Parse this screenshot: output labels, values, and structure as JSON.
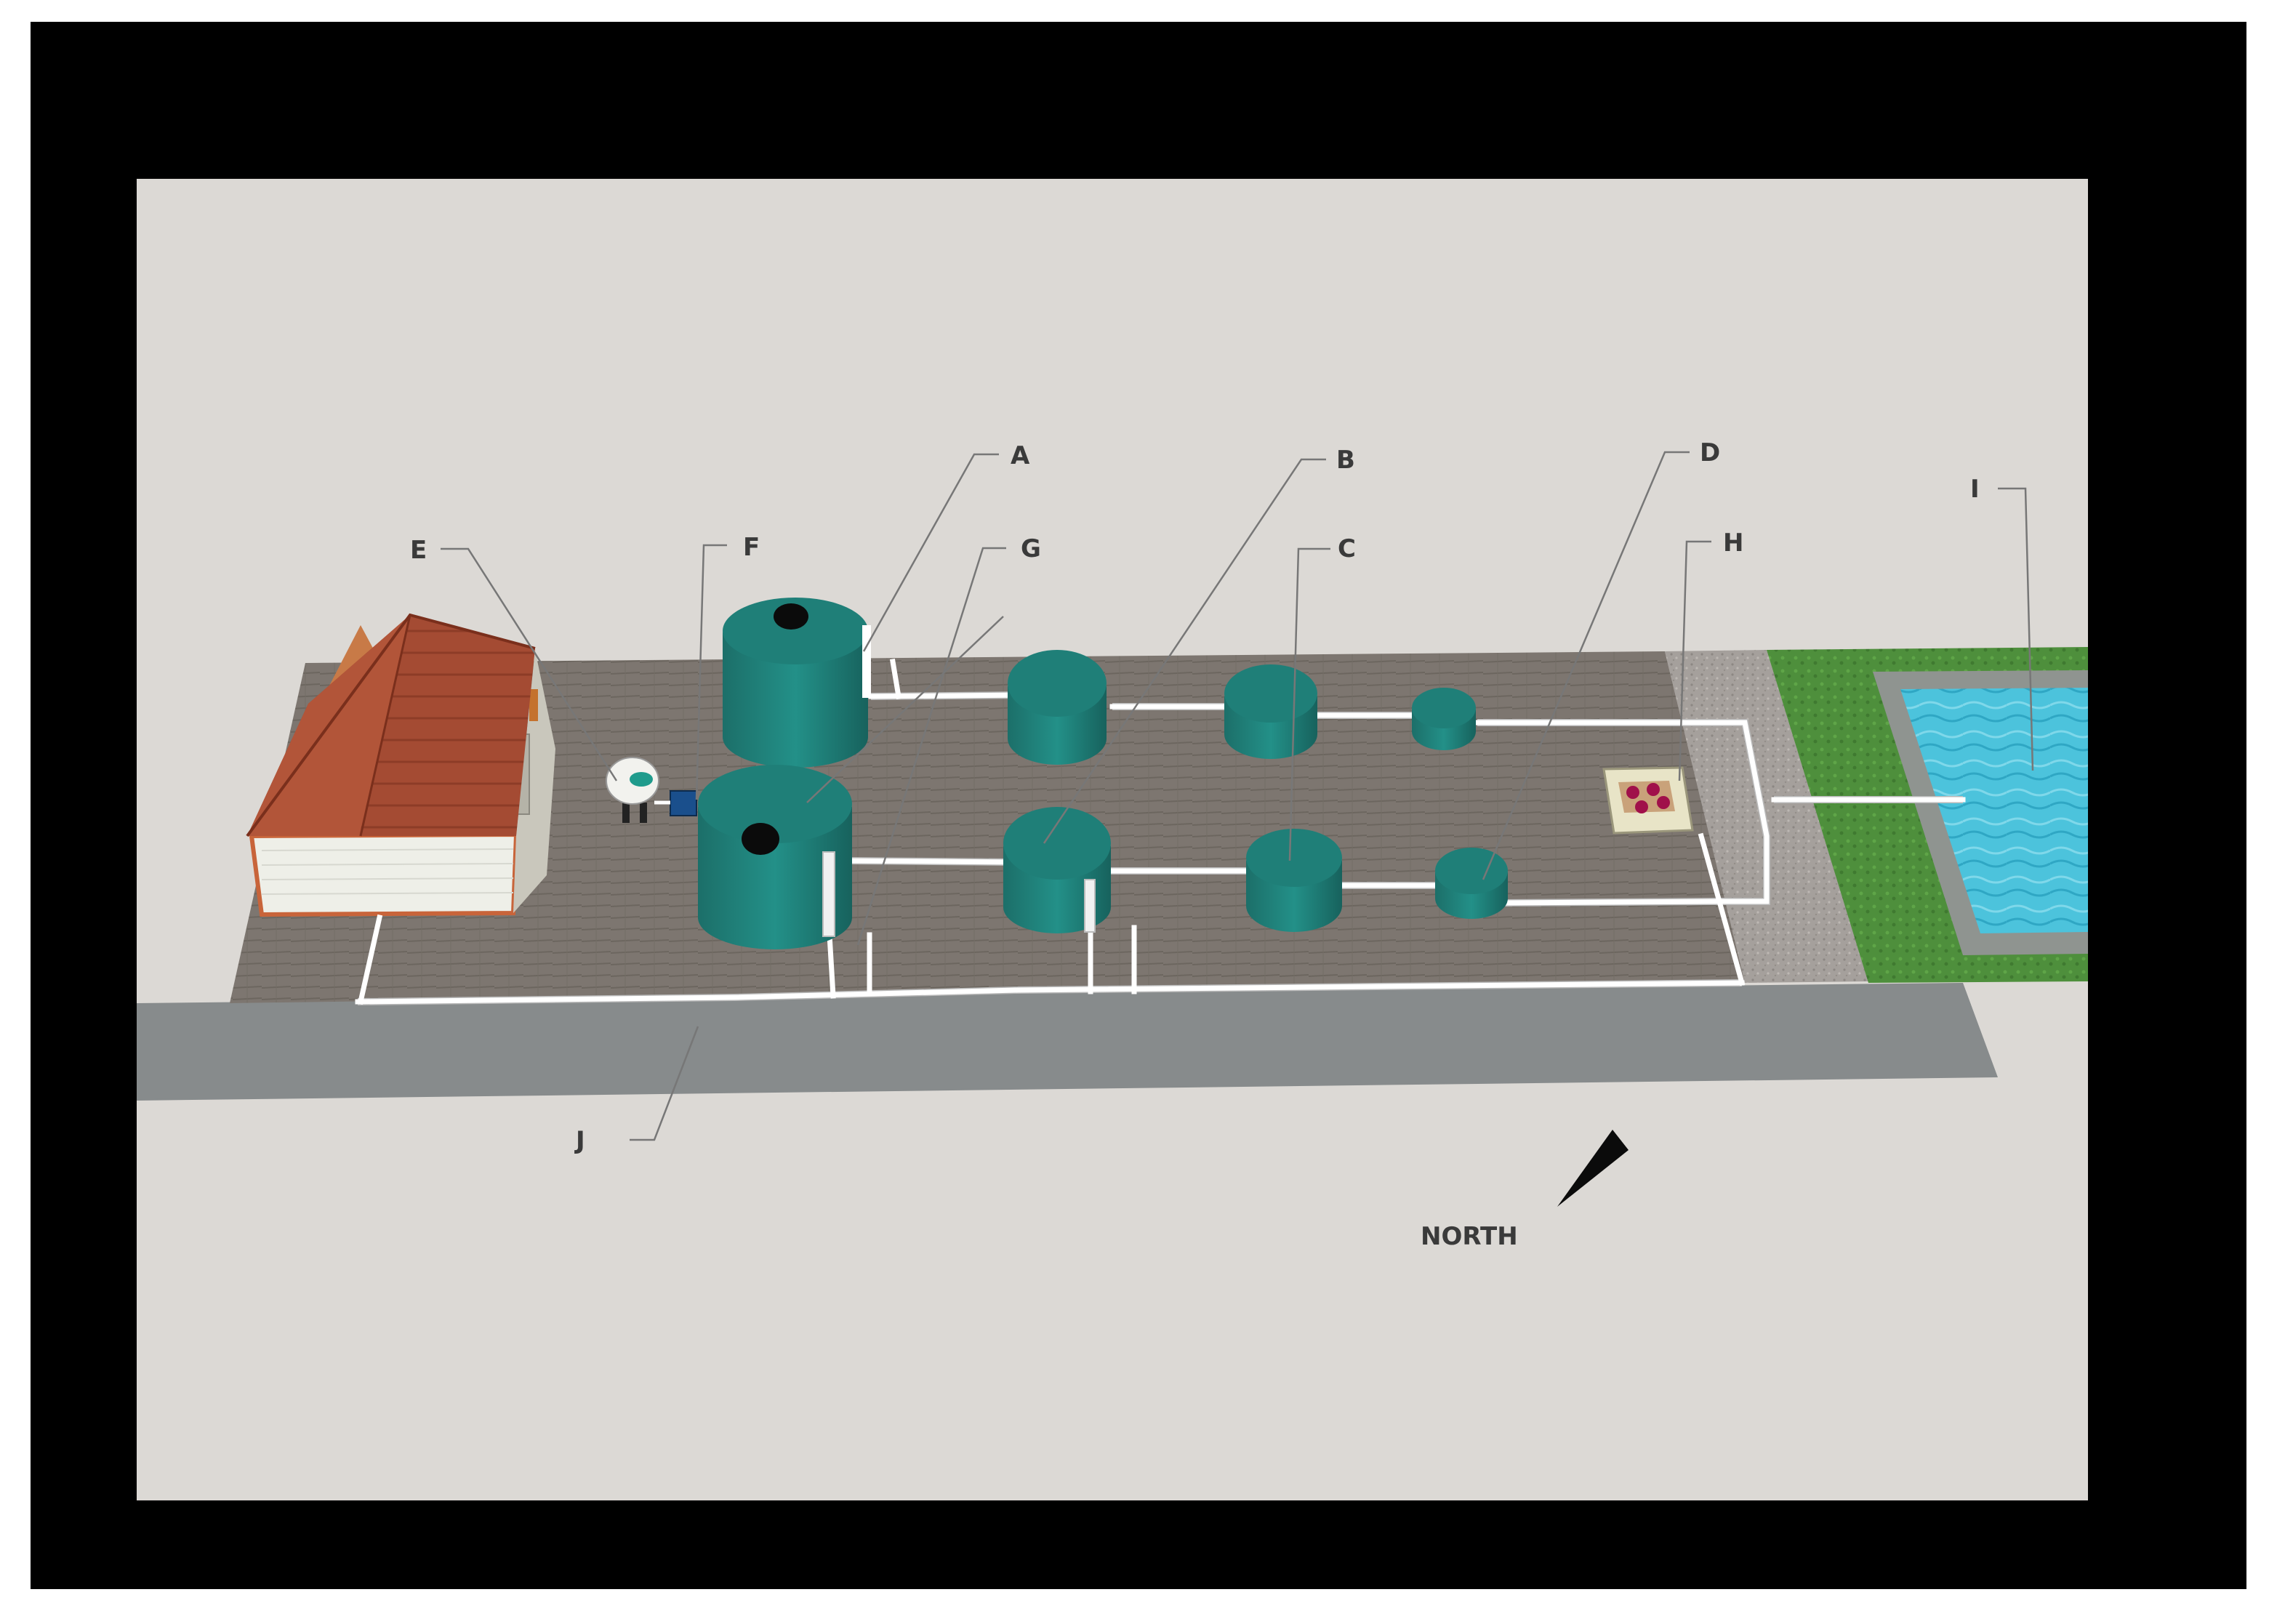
{
  "labels": {
    "A": "A",
    "B": "B",
    "C": "C",
    "D": "D",
    "E": "E",
    "F": "F",
    "G": "G",
    "H": "H",
    "I": "I",
    "J": "J"
  },
  "compass": {
    "text": "NORTH"
  },
  "colors": {
    "frame": "#000000",
    "background": "#dcd9d5",
    "deck": "#7d7670",
    "road": "#878b8c",
    "gravel": "#a5a09c",
    "grass": "#4e8f3c",
    "pool_water": "#4cc3dc",
    "tank": "#1f7a73",
    "roof": "#a44b33",
    "pipe": "#ffffff"
  }
}
